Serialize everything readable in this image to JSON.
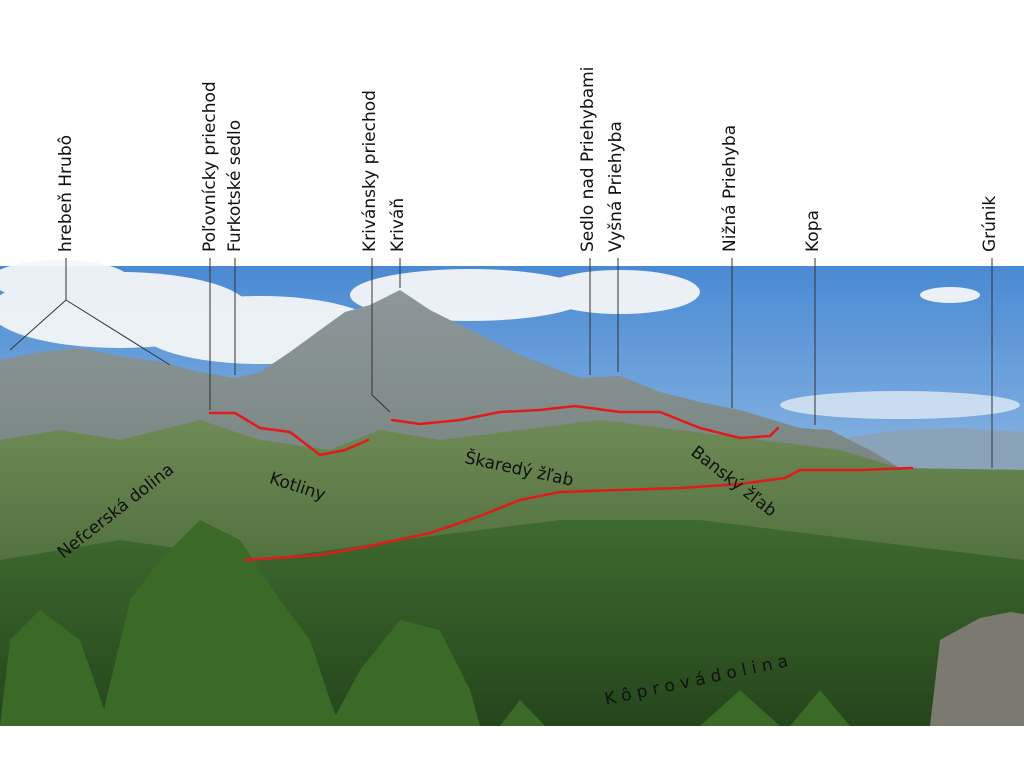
{
  "peak_labels": {
    "hreben_hrubo": "hrebeň Hrubô",
    "polovnicky_priechod": "Poľovnícky priechod",
    "furkotske_sedlo": "Furkotské sedlo",
    "krivansky_priechod": "Krivánsky priechod",
    "krivan": "Kriváň",
    "sedlo_nad_priehybami": "Sedlo nad Priehybami",
    "vysna_priehyba": "Vyšná Priehyba",
    "nizna_priehyba": "Nižná Priehyba",
    "kopa": "Kopa",
    "grunik": "Grúnik"
  },
  "area_labels": {
    "nefcerska_dolina": "Nefcerská dolina",
    "kotliny": "Kotliny",
    "skaredy_zlab": "Škaredý žľab",
    "bansky_zlab": "Banský žľab",
    "koprova_dolina": "K ô p r o v á   d o l i n a"
  },
  "colors": {
    "route": "#e01b1b",
    "sky_top": "#4f8fd6",
    "sky_bottom": "#cfe3f5",
    "rock": "#7d8a8f",
    "forest": "#3f6b2c"
  }
}
